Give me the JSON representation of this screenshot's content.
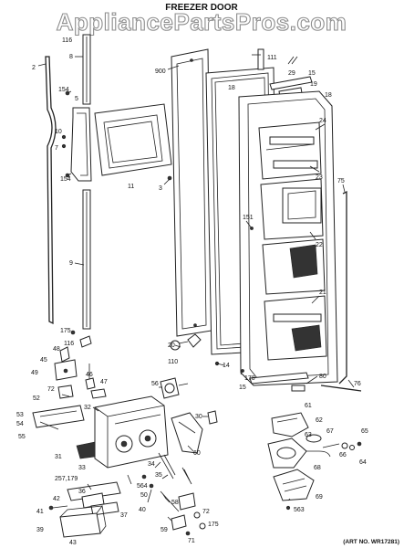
{
  "watermark": "AppliancePartsPros.com",
  "title": "FREEZER DOOR",
  "art_number": "(ART NO. WR17281)",
  "callouts": [
    {
      "id": "c2",
      "text": "2"
    },
    {
      "id": "c116",
      "text": "116"
    },
    {
      "id": "c8",
      "text": "8"
    },
    {
      "id": "c900",
      "text": "900"
    },
    {
      "id": "c111",
      "text": "111"
    },
    {
      "id": "c29",
      "text": "29"
    },
    {
      "id": "c15a",
      "text": "15"
    },
    {
      "id": "c19",
      "text": "19"
    },
    {
      "id": "c18a",
      "text": "18"
    },
    {
      "id": "c18b",
      "text": "18"
    },
    {
      "id": "c154a",
      "text": "154"
    },
    {
      "id": "c5",
      "text": "5"
    },
    {
      "id": "c10",
      "text": "10"
    },
    {
      "id": "c7",
      "text": "7"
    },
    {
      "id": "c154b",
      "text": "154"
    },
    {
      "id": "c11",
      "text": "11"
    },
    {
      "id": "c3",
      "text": "3"
    },
    {
      "id": "c24",
      "text": "24"
    },
    {
      "id": "c23",
      "text": "23"
    },
    {
      "id": "c75",
      "text": "75"
    },
    {
      "id": "c151",
      "text": "151"
    },
    {
      "id": "c22",
      "text": "22"
    },
    {
      "id": "c9",
      "text": "9"
    },
    {
      "id": "c21",
      "text": "21"
    },
    {
      "id": "c175a",
      "text": "175"
    },
    {
      "id": "c116b",
      "text": "116"
    },
    {
      "id": "c20",
      "text": "20"
    },
    {
      "id": "c48",
      "text": "48"
    },
    {
      "id": "c45",
      "text": "45"
    },
    {
      "id": "c110",
      "text": "110"
    },
    {
      "id": "c14",
      "text": "14"
    },
    {
      "id": "c178",
      "text": "178"
    },
    {
      "id": "c80",
      "text": "80"
    },
    {
      "id": "c15b",
      "text": "15"
    },
    {
      "id": "c76",
      "text": "76"
    },
    {
      "id": "c49",
      "text": "49"
    },
    {
      "id": "c46",
      "text": "46"
    },
    {
      "id": "c47",
      "text": "47"
    },
    {
      "id": "c72a",
      "text": "72"
    },
    {
      "id": "c56",
      "text": "56"
    },
    {
      "id": "c52",
      "text": "52"
    },
    {
      "id": "c32",
      "text": "32"
    },
    {
      "id": "c30",
      "text": "30"
    },
    {
      "id": "c61",
      "text": "61"
    },
    {
      "id": "c62",
      "text": "62"
    },
    {
      "id": "c67",
      "text": "67"
    },
    {
      "id": "c63",
      "text": "63"
    },
    {
      "id": "c65",
      "text": "65"
    },
    {
      "id": "c53",
      "text": "53"
    },
    {
      "id": "c54",
      "text": "54"
    },
    {
      "id": "c55",
      "text": "55"
    },
    {
      "id": "c60",
      "text": "60"
    },
    {
      "id": "c66",
      "text": "66"
    },
    {
      "id": "c64",
      "text": "64"
    },
    {
      "id": "c31",
      "text": "31"
    },
    {
      "id": "c33",
      "text": "33"
    },
    {
      "id": "c34",
      "text": "34"
    },
    {
      "id": "c68",
      "text": "68"
    },
    {
      "id": "c35",
      "text": "35"
    },
    {
      "id": "c257",
      "text": "257,179"
    },
    {
      "id": "c36",
      "text": "36"
    },
    {
      "id": "c564",
      "text": "564"
    },
    {
      "id": "c50",
      "text": "50"
    },
    {
      "id": "c69",
      "text": "69"
    },
    {
      "id": "c42",
      "text": "42"
    },
    {
      "id": "c40",
      "text": "40"
    },
    {
      "id": "c563",
      "text": "563"
    },
    {
      "id": "c58",
      "text": "58"
    },
    {
      "id": "c41",
      "text": "41"
    },
    {
      "id": "c37",
      "text": "37"
    },
    {
      "id": "c72b",
      "text": "72"
    },
    {
      "id": "c175b",
      "text": "175"
    },
    {
      "id": "c39",
      "text": "39"
    },
    {
      "id": "c43",
      "text": "43"
    },
    {
      "id": "c59",
      "text": "59"
    },
    {
      "id": "c71",
      "text": "71"
    }
  ]
}
